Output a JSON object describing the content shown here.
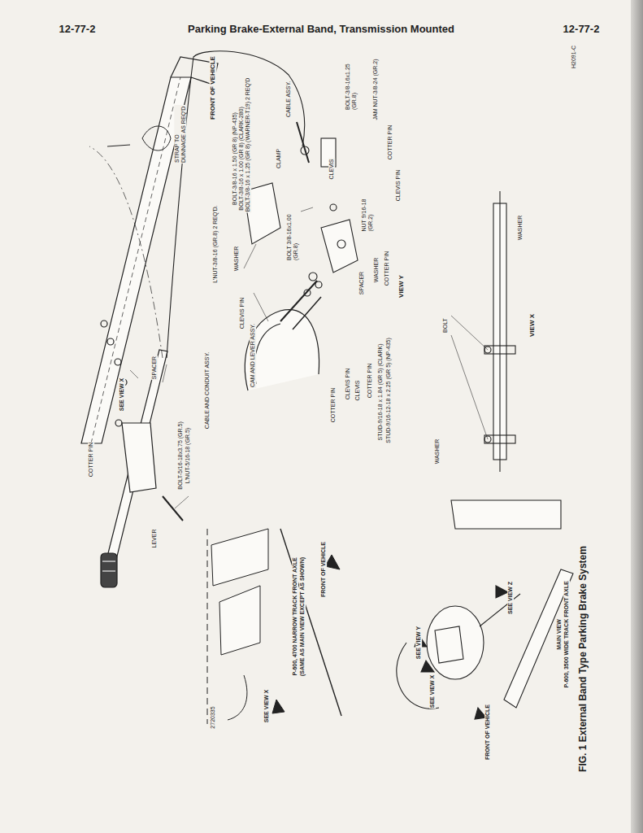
{
  "diagram": {
    "title": "Parking Brake-External Band, Transmission Mounted",
    "caption": "FIG. 1 External Band Type Parking Brake System",
    "labels": [
      "12-77-2",
      "12-77-2",
      "H2091-C",
      "FRONT OF VEHICLE",
      "STRAP TO DUNNAGE AS REQ'D",
      "CABLE ASSY.",
      "CLAMP",
      "BOLT-3/8-16x1.25 (GR.8)",
      "BOLT-3/8-16 x 1.50 (GR 8) (NP-435)",
      "BOLT-3/8-16 x 1.00 (GR 8) (CLARK-280)",
      "BOLT-3/8-16 x 1.25 (GR 8) (WARNER-T19) 2 REQ'D",
      "JAM NUT-3/8-24 (GR.2)",
      "CLEVIS",
      "COTTER PIN",
      "CLEVIS PIN",
      "L'NUT-3/8-16 (GR.8) 2 REQ'D.",
      "WASHER",
      "BOLT 3/8-16x1.00 (GR.8)",
      "NUT 9/16-18 (GR.2)",
      "WASHER",
      "COTTER PIN",
      "SPACER",
      "VIEW Y",
      "CLEVIS PIN",
      "CAM AND LEVER ASSY.",
      "CABLE AND CONDUIT ASSY.",
      "SPACER",
      "SEE VIEW X",
      "COTTER PIN",
      "BOLT-5/16-18x3.75 (GR.5)",
      "L'NUT-5/16-18 (GR.5)",
      "LEVER",
      "COTTER PIN",
      "CLEVIS PIN",
      "CLEVIS",
      "COTTER PIN",
      "STUD-9/16-18 x 1.84 (GR 5) (CLARK)",
      "STUD-9/16-12-18 x 2.25 (GR 5) (NP-435)",
      "BOLT",
      "WASHER",
      "WASHER",
      "VIEW X",
      "P-600, 4700 NARROW TRACK FRONT AXLE",
      "(SAME AS MAIN VIEW EXCEPT AS SHOWN)",
      "FRONT OF VEHICLE",
      "SEE VIEW X",
      "2720335",
      "SEE VIEW Y",
      "SEE VIEW X",
      "SEE VIEW Z",
      "FRONT OF VEHICLE",
      "MAIN VIEW",
      "P-600, 3500 WIDE TRACK FRONT AXLE"
    ]
  }
}
